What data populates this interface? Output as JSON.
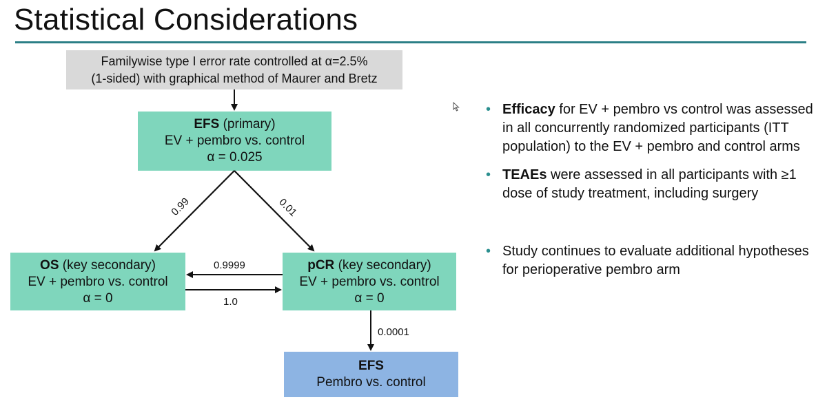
{
  "slide": {
    "title": "Statistical Considerations"
  },
  "header_box": {
    "line1": "Familywise type I error rate controlled at α=2.5%",
    "line2": "(1-sided) with graphical method of Maurer and Bretz"
  },
  "nodes": {
    "efs_primary": {
      "bold": "EFS",
      "rest": " (primary)",
      "line2": "EV + pembro vs. control",
      "line3": "α = 0.025"
    },
    "os": {
      "bold": "OS",
      "rest": " (key secondary)",
      "line2": "EV + pembro vs. control",
      "line3": "α = 0"
    },
    "pcr": {
      "bold": "pCR",
      "rest": " (key secondary)",
      "line2": "EV + pembro vs. control",
      "line3": "α = 0"
    },
    "efs_pembro": {
      "bold": "EFS",
      "line2": "Pembro vs. control"
    }
  },
  "edges": {
    "efs_to_os": "0.99",
    "efs_to_pcr": "0.01",
    "pcr_to_os": "0.9999",
    "os_to_pcr": "1.0",
    "pcr_to_efs_pembro": "0.0001"
  },
  "bullets": [
    {
      "bold": "Efficacy",
      "text": " for EV + pembro vs control was assessed in all concurrently randomized participants (ITT population) to the EV + pembro and control arms"
    },
    {
      "bold": "TEAEs",
      "text": " were assessed in all participants with ≥1 dose of study treatment, including surgery"
    },
    {
      "bold": "",
      "text": "Study continues to evaluate additional hypotheses for perioperative pembro arm"
    }
  ],
  "colors": {
    "accent": "#2b7f86",
    "green_box": "#7fd6bc",
    "blue_box": "#8db4e3",
    "gray_box": "#d9d9d9"
  },
  "icons": {
    "cursor": "mouse-pointer-icon",
    "bullet": "bullet-dot-icon"
  }
}
